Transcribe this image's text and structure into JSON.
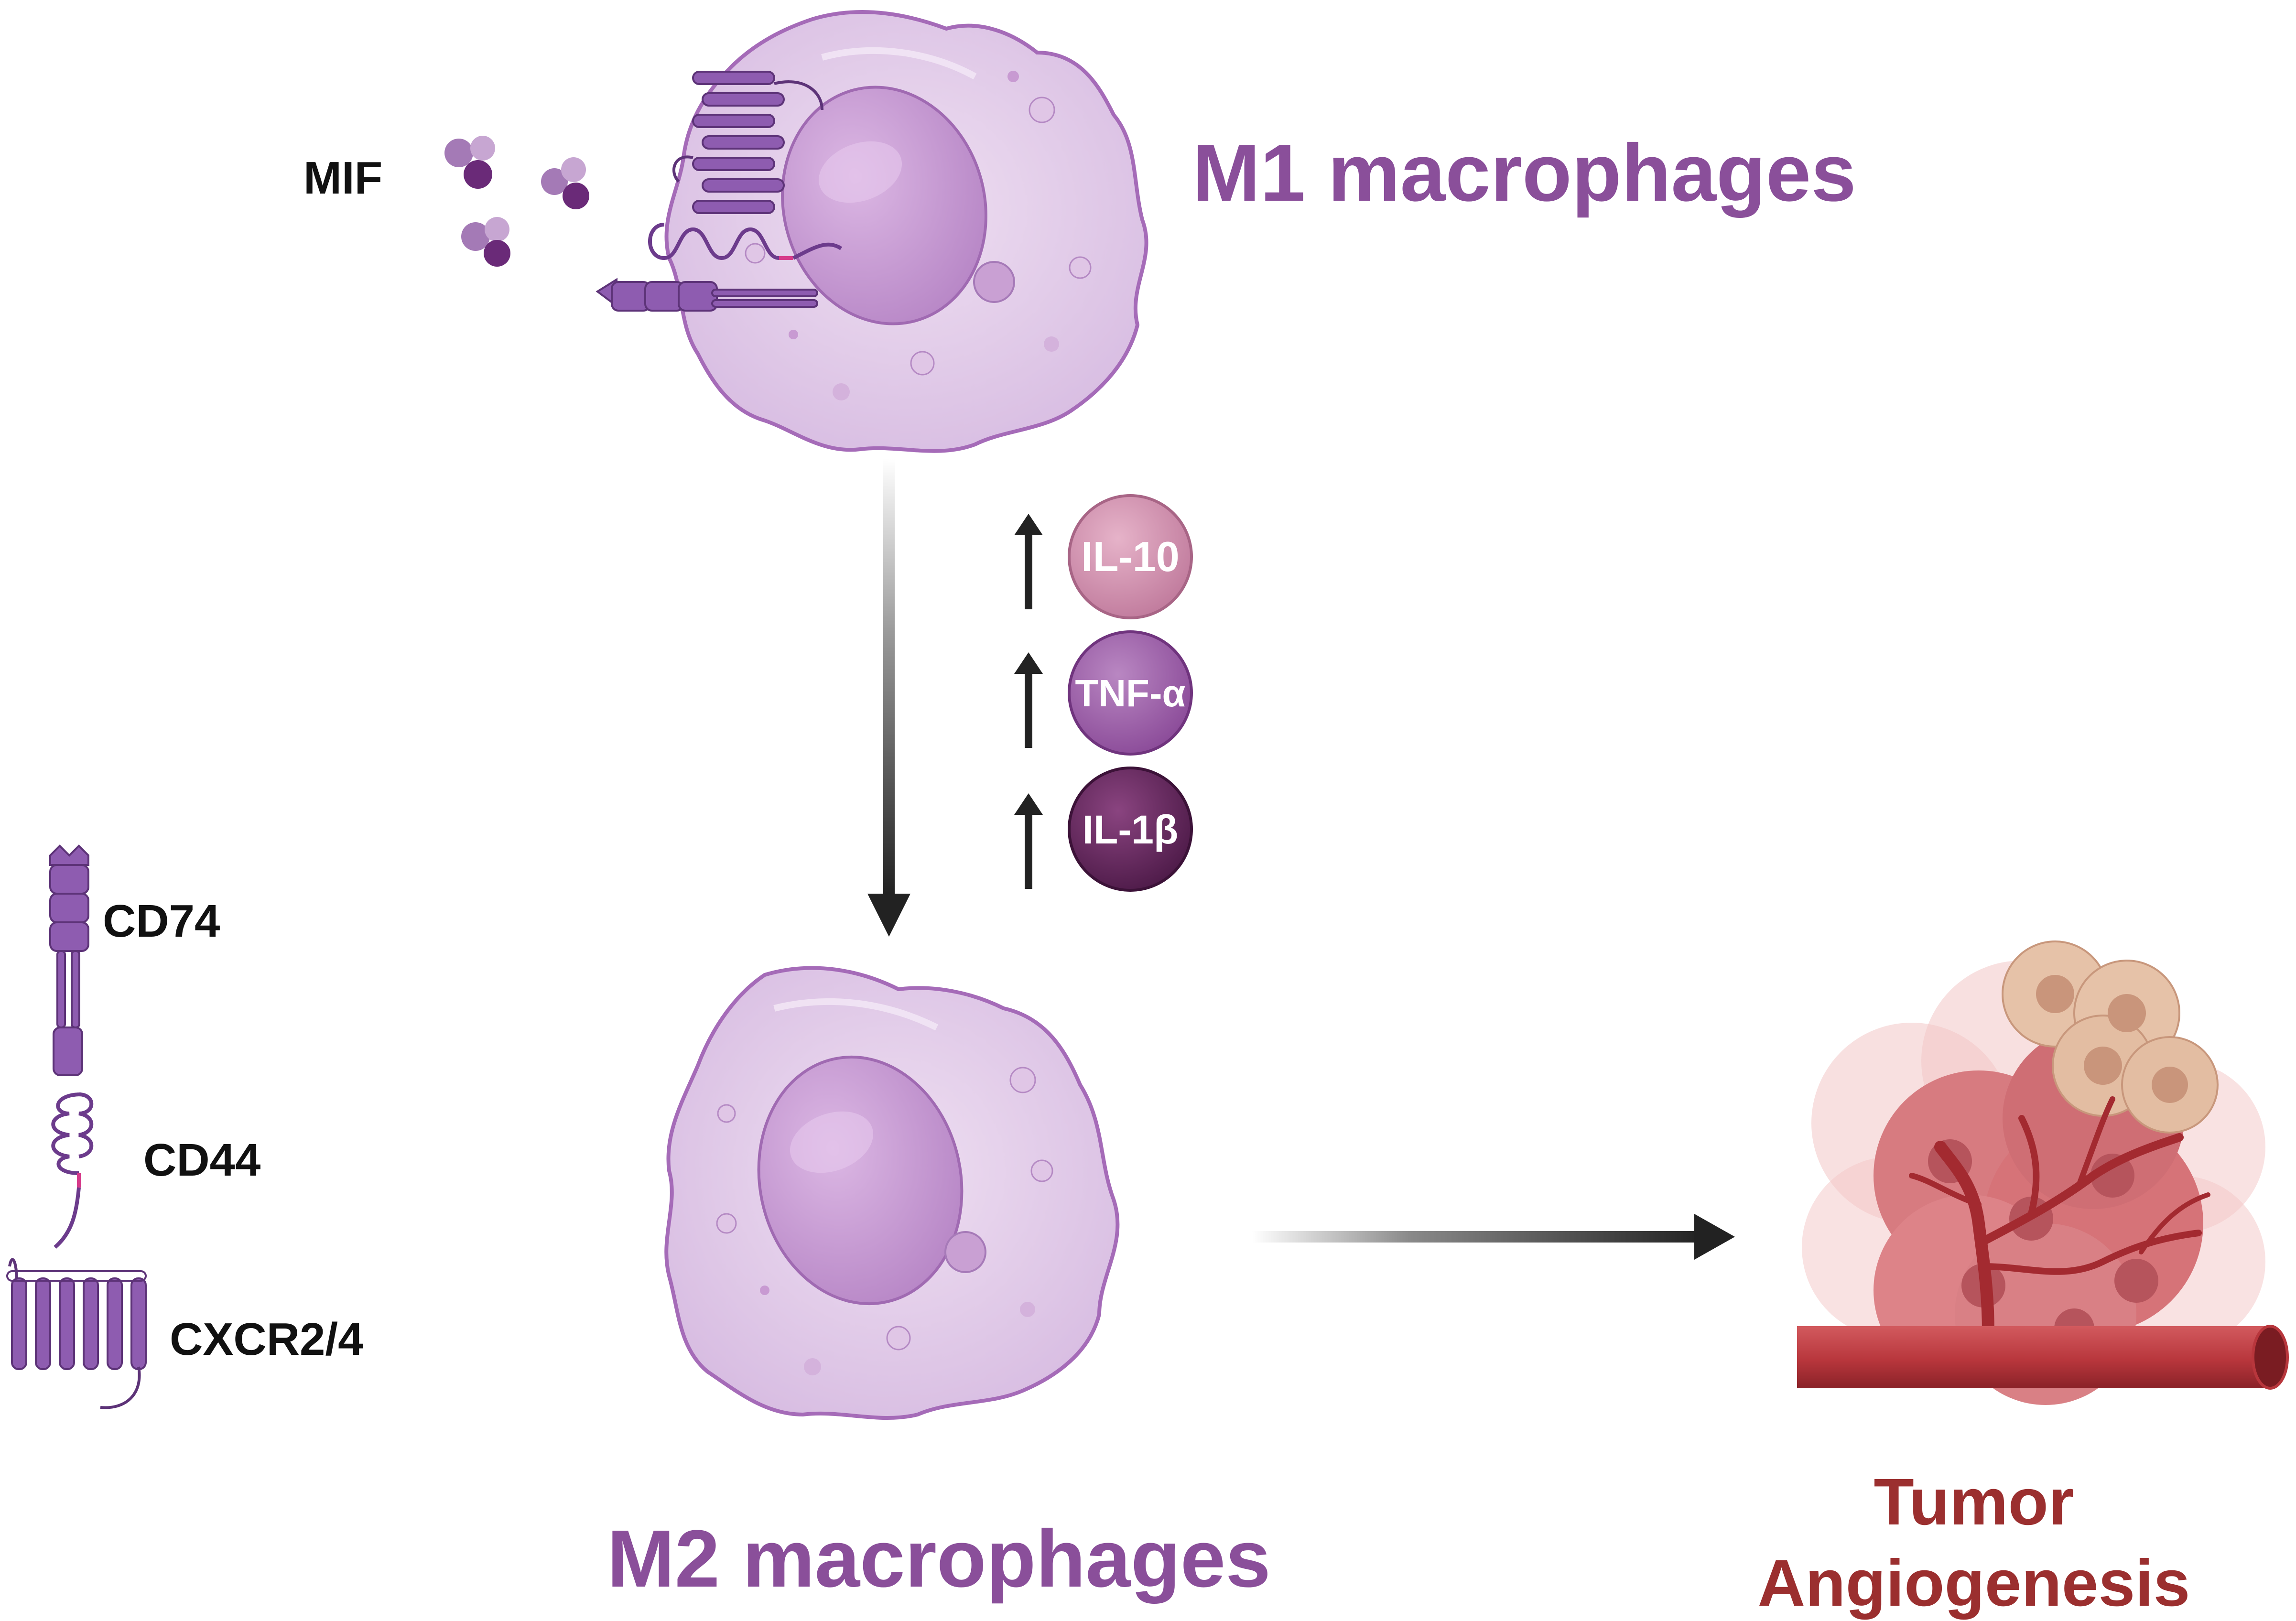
{
  "labels": {
    "mif": "MIF",
    "m1": "M1 macrophages",
    "m2": "M2 macrophages",
    "tumor_line1": "Tumor",
    "tumor_line2": "Angiogenesis",
    "cd74": "CD74",
    "cd44": "CD44",
    "cxcr": "CXCR2/4"
  },
  "cytokines": [
    {
      "label": "IL-10",
      "color": "#c98aa8"
    },
    {
      "label": "TNF-α",
      "color": "#9a5aa6"
    },
    {
      "label": "IL-1β",
      "color": "#5e2458"
    }
  ],
  "colors": {
    "macrophage_label": "#8a4f9a",
    "tumor_label": "#9b2f2f",
    "receptor": "#8e5cb0",
    "cell_fill": "#e4cdea",
    "nucleus_fill": "#c89bd4",
    "vessel": "#b8363c"
  }
}
